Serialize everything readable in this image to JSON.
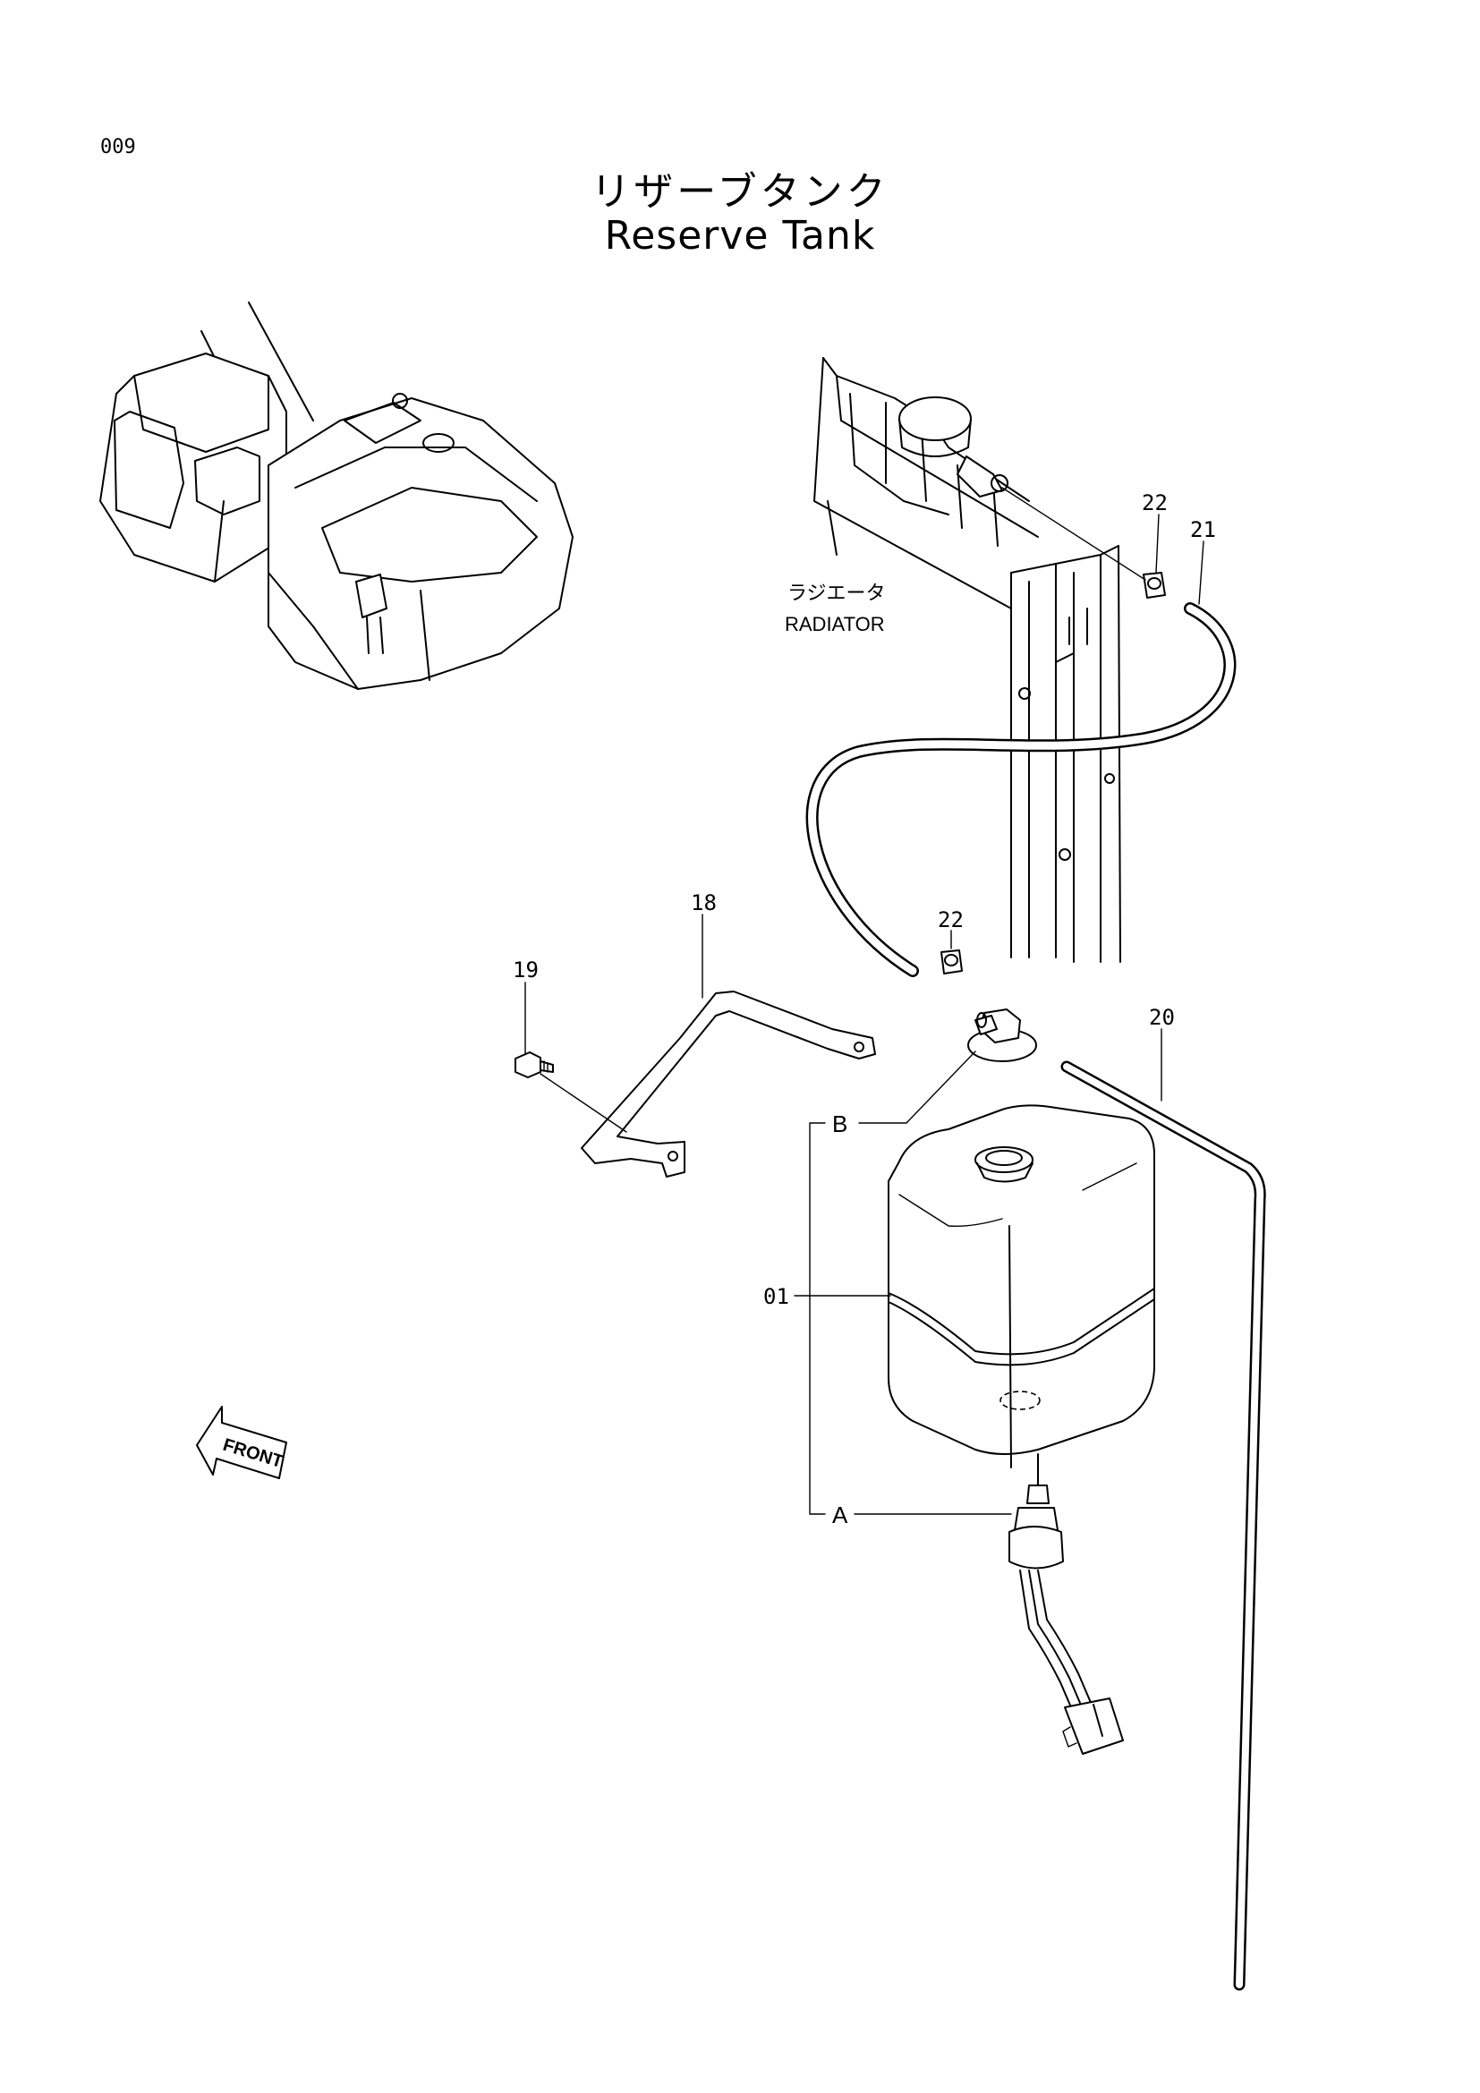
{
  "page": {
    "number": "009",
    "title_jp": "リザーブタンク",
    "title_en": "Reserve Tank"
  },
  "labels": {
    "radiator_jp": "ラジエータ",
    "radiator_en": "RADIATOR",
    "front": "FRONT"
  },
  "callouts": {
    "part_01": "01",
    "part_18": "18",
    "part_19": "19",
    "part_20": "20",
    "part_21": "21",
    "part_22_top": "22",
    "part_22_mid": "22",
    "sub_a": "A",
    "sub_b": "B"
  }
}
